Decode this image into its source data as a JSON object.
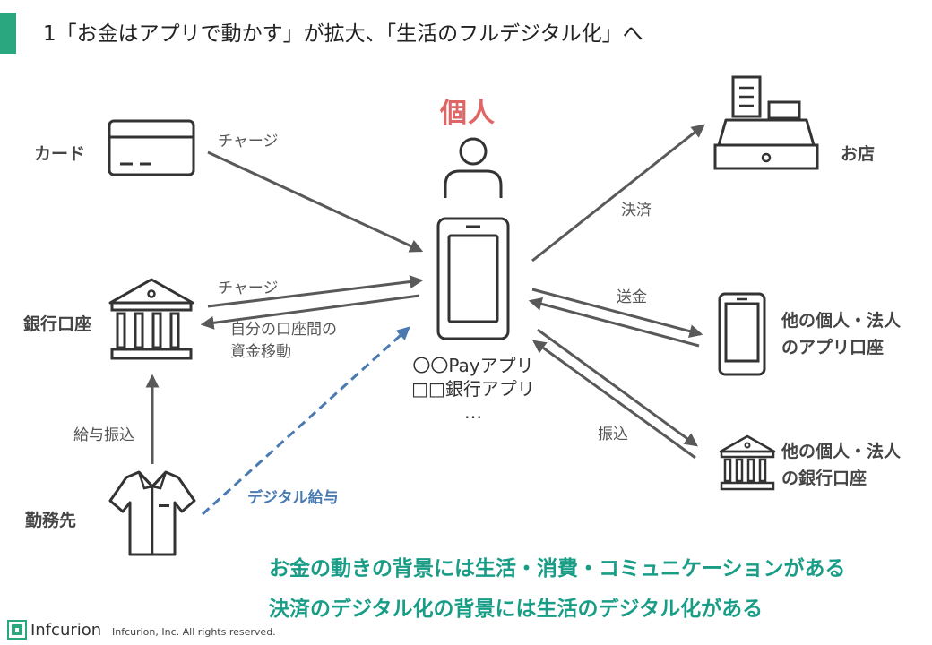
{
  "title": "1「お金はアプリで動かす」が拡大、「生活のフルデジタル化」へ",
  "nodes": {
    "person": "個人",
    "card": "カード",
    "bank_account": "銀行口座",
    "employer": "勤務先",
    "shop": "お店",
    "other_app": [
      "他の個人・法人",
      "のアプリ口座"
    ],
    "other_bank": [
      "他の個人・法人",
      "の銀行口座"
    ]
  },
  "apps": [
    "〇〇Payアプリ",
    "□□銀行アプリ",
    "…"
  ],
  "edges": {
    "charge_card": "チャージ",
    "charge_bank": "チャージ",
    "own_transfer": [
      "自分の口座間の",
      "資金移動"
    ],
    "salary_transfer": "給与振込",
    "digital_salary": "デジタル給与",
    "payment": "決済",
    "remittance": "送金",
    "bank_transfer": "振込"
  },
  "messages": [
    "お金の動きの背景には生活・消費・コミュニケーションがある",
    "決済のデジタル化の背景には生活のデジタル化がある"
  ],
  "footer": {
    "logo": "Infcurion",
    "copyright": "Infcurion, Inc.  All rights reserved."
  },
  "colors": {
    "accent": "#2aa77f",
    "person": "#e06666",
    "message": "#1a9d86",
    "digital_salary": "#4a7ab2",
    "arrow": "#595959"
  }
}
